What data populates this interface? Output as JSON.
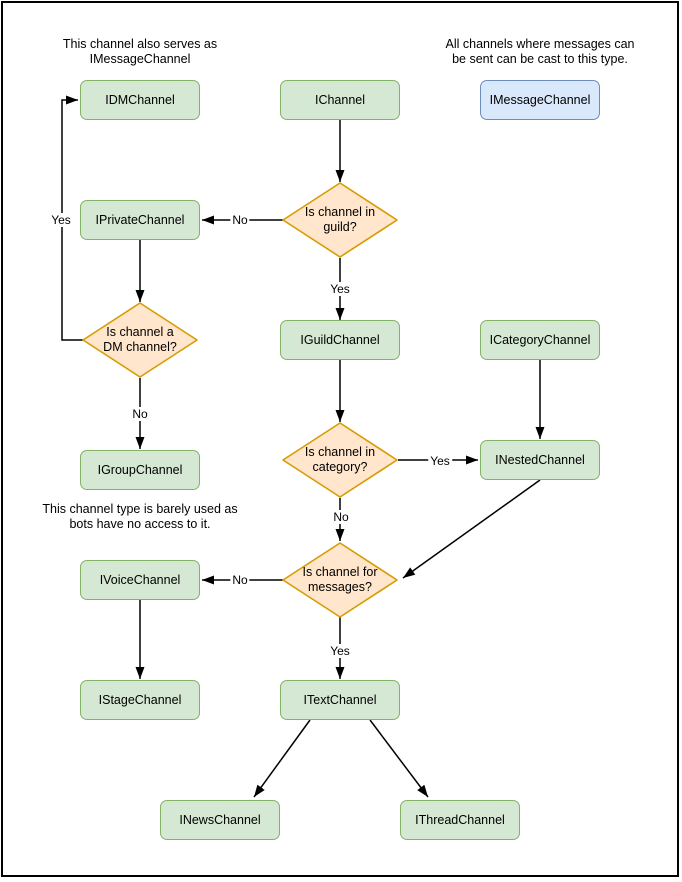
{
  "nodes": {
    "idm": {
      "label": "IDMChannel"
    },
    "ichannel": {
      "label": "IChannel"
    },
    "imessage": {
      "label": "IMessageChannel"
    },
    "iprivate": {
      "label": "IPrivateChannel"
    },
    "iguild": {
      "label": "IGuildChannel"
    },
    "icategory": {
      "label": "ICategoryChannel"
    },
    "igroup": {
      "label": "IGroupChannel"
    },
    "inested": {
      "label": "INestedChannel"
    },
    "ivoice": {
      "label": "IVoiceChannel"
    },
    "istage": {
      "label": "IStageChannel"
    },
    "itext": {
      "label": "ITextChannel"
    },
    "inews": {
      "label": "INewsChannel"
    },
    "ithread": {
      "label": "IThreadChannel"
    }
  },
  "decisions": {
    "in_guild": {
      "label": "Is channel in\nguild?"
    },
    "is_dm": {
      "label": "Is channel a\nDM channel?"
    },
    "in_category": {
      "label": "Is channel in\ncategory?"
    },
    "for_messages": {
      "label": "Is channel for\nmessages?"
    }
  },
  "edge_labels": {
    "dm_yes": "Yes",
    "guild_no": "No",
    "guild_yes": "Yes",
    "dm_no": "No",
    "category_yes": "Yes",
    "category_no": "No",
    "messages_no": "No",
    "messages_yes": "Yes"
  },
  "captions": {
    "dm_note": "This channel also serves as\nIMessageChannel",
    "message_note": "All channels where messages can\nbe sent can be cast to this type.",
    "group_note": "This channel type is barely used as\nbots have no access to it."
  },
  "colors": {
    "node_fill": "#d5e8d4",
    "node_stroke": "#82b366",
    "decision_fill": "#ffe6cc",
    "decision_stroke": "#d79b00",
    "highlight_fill": "#dae8fc",
    "highlight_stroke": "#6c8ebf",
    "edge": "#000000"
  }
}
